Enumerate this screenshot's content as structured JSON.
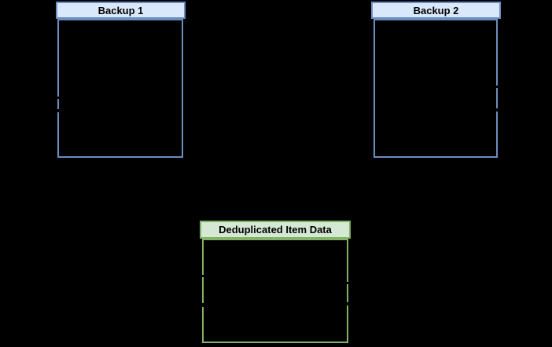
{
  "diagram": {
    "background_color": "#000000",
    "nodes": {
      "backup1": {
        "title": "Backup 1",
        "fill": "#dae8fc",
        "stroke": "#6c8ebf",
        "body_fill": "#000000"
      },
      "backup2": {
        "title": "Backup 2",
        "fill": "#dae8fc",
        "stroke": "#6c8ebf",
        "body_fill": "#000000"
      },
      "dedup": {
        "title": "Deduplicated Item Data",
        "fill": "#d5e8d4",
        "stroke": "#82b366",
        "body_fill": "#000000"
      }
    },
    "connector_stub_color": "#000000"
  }
}
